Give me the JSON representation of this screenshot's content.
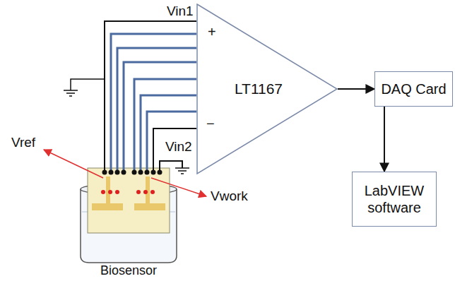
{
  "diagram": {
    "nodes": [
      {
        "text": [
          "LT1167"
        ]
      },
      {
        "text": [
          "DAQ Card"
        ]
      },
      {
        "text": [
          "LabVIEW software"
        ]
      }
    ],
    "edges": [
      {
        "from": 0,
        "to": 1,
        "arrow": "to"
      },
      {
        "from": 1,
        "to": 2,
        "arrow": "to"
      }
    ],
    "labels": [
      "Vin1",
      "+",
      "−",
      "Vin2",
      "Vref",
      "Vwork",
      "Biosensor"
    ]
  }
}
